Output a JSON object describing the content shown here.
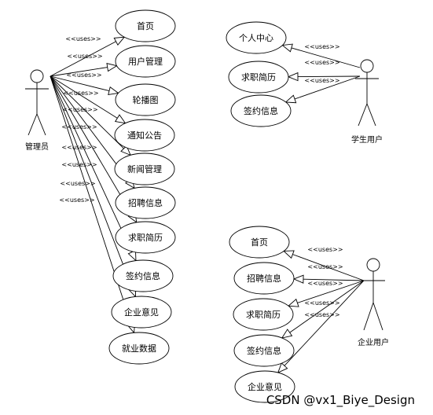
{
  "actors": {
    "admin": "管理员",
    "student": "学生用户",
    "company": "企业用户"
  },
  "relation_label": "<<uses>>",
  "admin_use_cases": [
    "首页",
    "用户管理",
    "轮播图",
    "通知公告",
    "新闻管理",
    "招聘信息",
    "求职简历",
    "签约信息",
    "企业意见",
    "就业数据"
  ],
  "student_use_cases": [
    "个人中心",
    "求职简历",
    "签约信息"
  ],
  "company_use_cases": [
    "首页",
    "招聘信息",
    "求职简历",
    "签约信息",
    "企业意见"
  ],
  "watermark": "CSDN @vx1_Biye_Design"
}
